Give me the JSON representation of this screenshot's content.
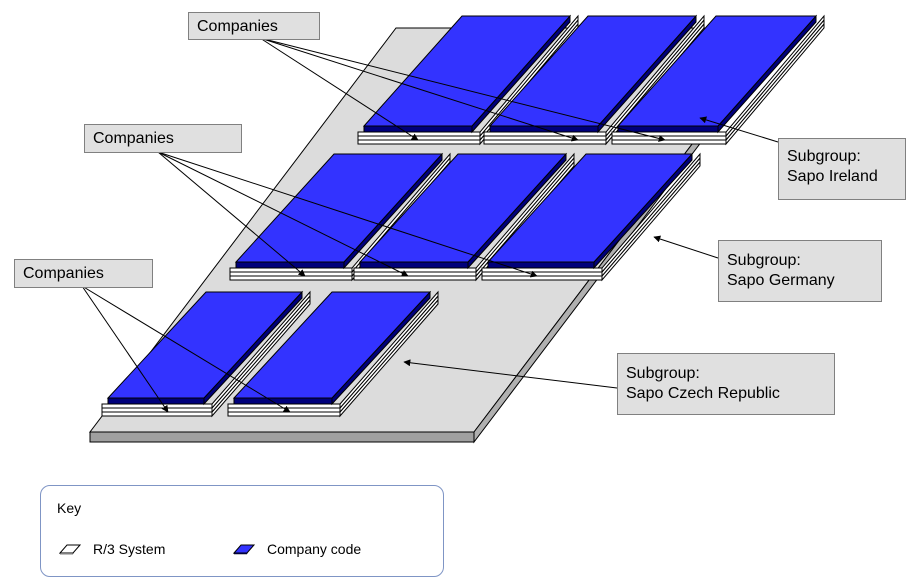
{
  "labels": {
    "companies_1": "Companies",
    "companies_2": "Companies",
    "companies_3": "Companies",
    "subgroup_ireland_line1": "Subgroup:",
    "subgroup_ireland_line2": "Sapo Ireland",
    "subgroup_germany_line1": "Subgroup:",
    "subgroup_germany_line2": "Sapo Germany",
    "subgroup_czech_line1": "Subgroup:",
    "subgroup_czech_line2": "Sapo Czech Republic"
  },
  "key": {
    "title": "Key",
    "r3_system": "R/3 System",
    "company_code": "Company code"
  },
  "colors": {
    "company_code": "#3333ff",
    "company_code_top": "#2a2aee",
    "company_code_dark": "#00007a",
    "system_fill": "#ffffff",
    "group_platform": "#dcdcdc",
    "label_bg": "#e0e0e0"
  },
  "icons": {
    "r3_system": "parallelogram-outline-icon",
    "company_code": "blue-parallelogram-icon"
  }
}
